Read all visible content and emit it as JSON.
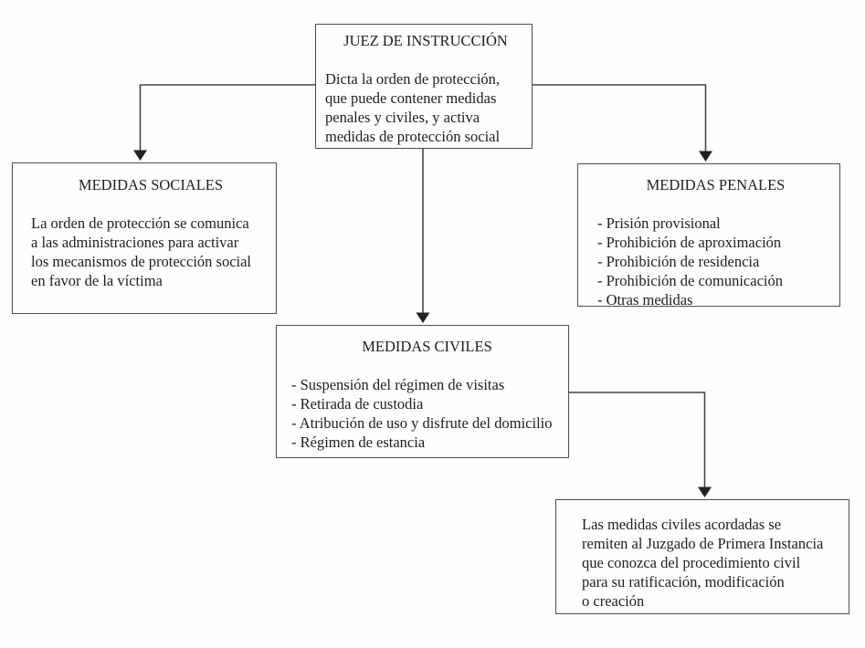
{
  "diagram": {
    "language": "es",
    "background": "#fefefe",
    "box_border_color": "#4e4e4e",
    "line_color": "#464646",
    "arrow_color": "#222222",
    "text_color": "#1e1e1e"
  },
  "boxes": {
    "juez": {
      "title": "JUEZ DE INSTRUCCIÓN",
      "body_lines": [
        "Dicta la orden de protección,",
        "que puede contener medidas",
        "penales y civiles, y activa",
        "medidas de protección social"
      ]
    },
    "sociales": {
      "title": "MEDIDAS SOCIALES",
      "body_lines": [
        "La orden de protección se comunica",
        "a las administraciones para activar",
        "los mecanismos de protección social",
        "en favor de la víctima"
      ]
    },
    "penales": {
      "title": "MEDIDAS PENALES",
      "items": [
        "- Prisión provisional",
        "- Prohibición de aproximación",
        "- Prohibición de residencia",
        "- Prohibición de comunicación",
        "- Otras medidas"
      ]
    },
    "civiles": {
      "title": "MEDIDAS CIVILES",
      "items": [
        "- Suspensión del régimen de visitas",
        "- Retirada de custodia",
        "- Atribución de uso y disfrute del domicilio",
        "- Régimen de estancia"
      ]
    },
    "remision": {
      "body_lines": [
        "Las medidas civiles acordadas se",
        "remiten al Juzgado de Primera Instancia",
        "que conozca del procedimiento civil",
        "para su ratificación, modificación",
        "o creación"
      ]
    }
  }
}
